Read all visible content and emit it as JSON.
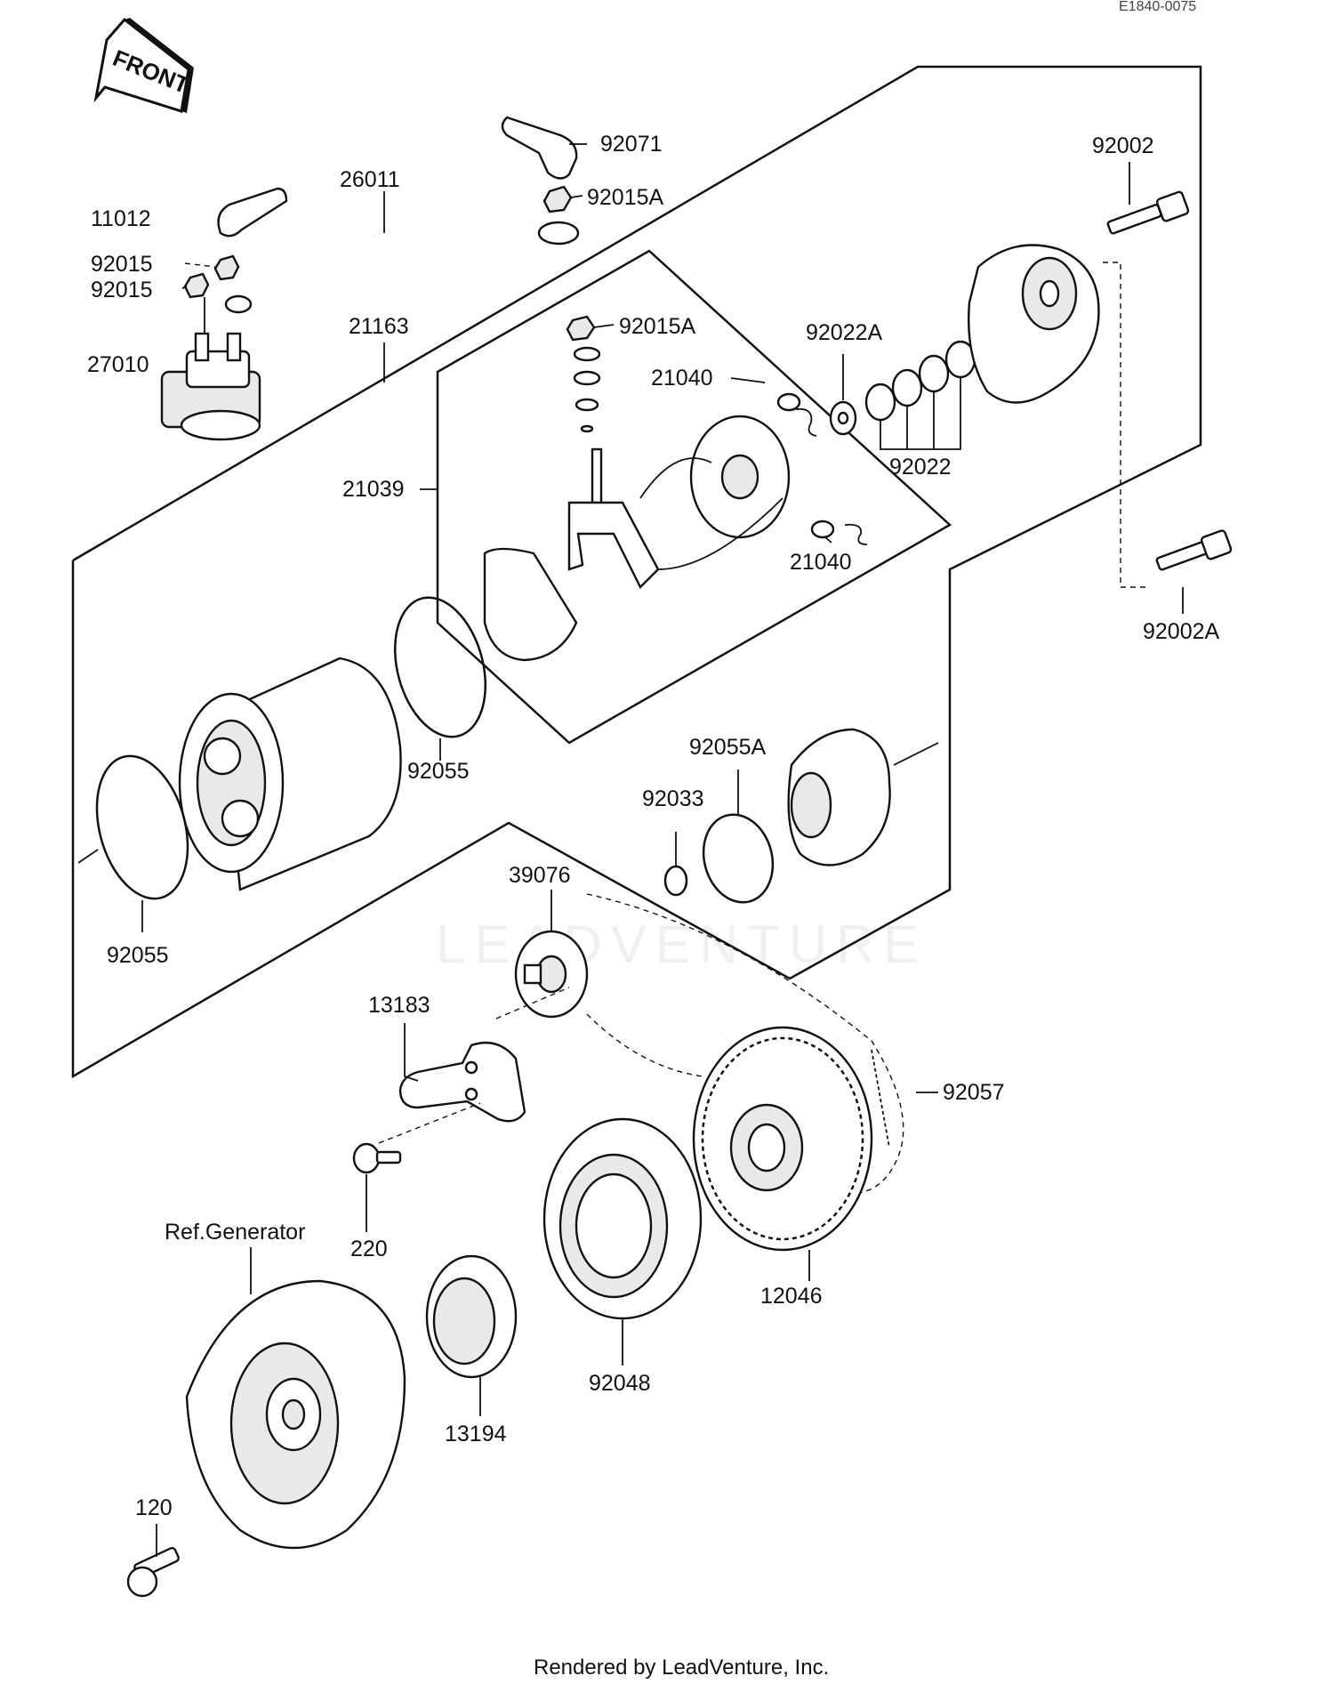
{
  "diagram": {
    "drawing_code": "E1840-0075",
    "front_label": "FRONT",
    "watermark": "LEADVENTURE",
    "footer": "Rendered by LeadVenture, Inc.",
    "parts": [
      {
        "id": "92071",
        "label": "92071"
      },
      {
        "id": "26011",
        "label": "26011"
      },
      {
        "id": "92015A-top",
        "label": "92015A"
      },
      {
        "id": "92002",
        "label": "92002"
      },
      {
        "id": "11012",
        "label": "11012"
      },
      {
        "id": "92015-a",
        "label": "92015"
      },
      {
        "id": "92015-b",
        "label": "92015"
      },
      {
        "id": "21163",
        "label": "21163"
      },
      {
        "id": "92015A-mid",
        "label": "92015A"
      },
      {
        "id": "92022A",
        "label": "92022A"
      },
      {
        "id": "27010",
        "label": "27010"
      },
      {
        "id": "21040-top",
        "label": "21040"
      },
      {
        "id": "92022",
        "label": "92022"
      },
      {
        "id": "21039",
        "label": "21039"
      },
      {
        "id": "21040-bottom",
        "label": "21040"
      },
      {
        "id": "92002A",
        "label": "92002A"
      },
      {
        "id": "92055A",
        "label": "92055A"
      },
      {
        "id": "92055-mid",
        "label": "92055"
      },
      {
        "id": "92033",
        "label": "92033"
      },
      {
        "id": "39076",
        "label": "39076"
      },
      {
        "id": "92055-left",
        "label": "92055"
      },
      {
        "id": "13183",
        "label": "13183"
      },
      {
        "id": "92057",
        "label": "92057"
      },
      {
        "id": "220",
        "label": "220"
      },
      {
        "id": "ref-generator",
        "label": "Ref.Generator"
      },
      {
        "id": "12046",
        "label": "12046"
      },
      {
        "id": "92048",
        "label": "92048"
      },
      {
        "id": "13194",
        "label": "13194"
      },
      {
        "id": "120",
        "label": "120"
      }
    ]
  }
}
